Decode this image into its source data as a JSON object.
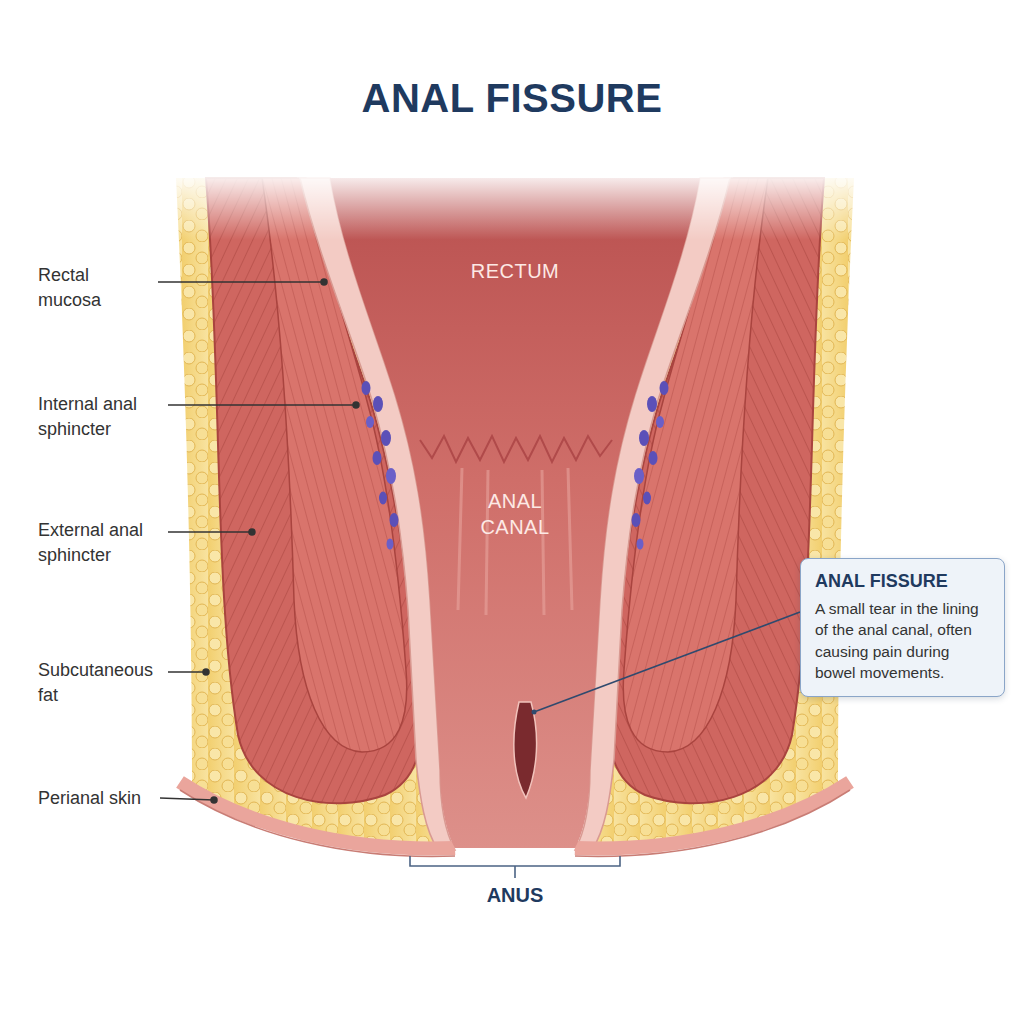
{
  "diagram": {
    "title": "ANAL FISSURE",
    "nodes": [
      {
        "text": [
          "ANAL FISSURE",
          "A small tear in the lining of the anal canal, often causing pain during bowel movements."
        ]
      }
    ],
    "labels": [
      "Rectal mucosa",
      "Internal anal sphincter",
      "External anal sphincter",
      "Subcutaneous fat",
      "Perianal skin",
      "RECTUM",
      "ANAL CANAL",
      "ANUS"
    ]
  }
}
